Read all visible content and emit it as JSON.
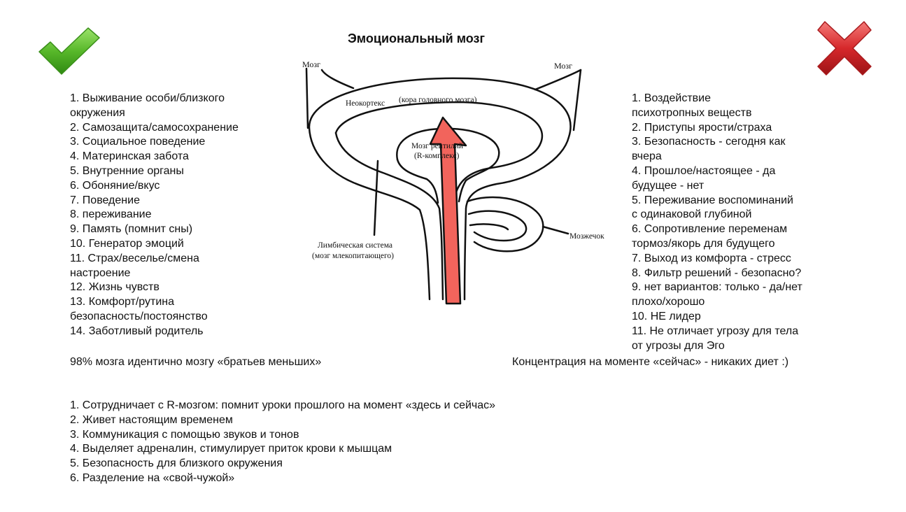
{
  "title": "Эмоциональный мозг",
  "icons": {
    "left": "check-icon",
    "right": "cross-icon",
    "check_color": "#58b82a",
    "cross_color": "#d6282b",
    "arrow_color": "#f2645c"
  },
  "diagram": {
    "label_brain_left": "Мозг",
    "label_brain_right": "Мозг",
    "label_neocortex": "Неокортекс",
    "label_cortex": "(кора головного мозга)",
    "label_reptile_1": "Мозг рептилий",
    "label_reptile_2": "(R-комплекс)",
    "label_limbic_1": "Лимбическая система",
    "label_limbic_2": "(мозг млекопитающего)",
    "label_cerebellum": "Мозжечок"
  },
  "left_list": [
    "1. Выживание особи/близкого",
    "окружения",
    "2. Самозащита/самосохранение",
    "3. Социальное поведение",
    "4. Материнская забота",
    "5. Внутренние органы",
    "6. Обоняние/вкус",
    "7. Поведение",
    "8. переживание",
    "9. Память (помнит сны)",
    "10. Генератор эмоций",
    "11. Страх/веселье/смена",
    "настроение",
    "12. Жизнь чувств",
    "13. Комфорт/рутина",
    "безопасность/постоянство",
    "14. Заботливый родитель"
  ],
  "right_list": [
    "1. Воздействие",
    "психотропных веществ",
    "2. Приступы ярости/страха",
    "3. Безопасность - сегодня как",
    "вчера",
    "4. Прошлое/настоящее - да",
    "будущее - нет",
    "5. Переживание воспоминаний",
    "с одинаковой глубиной",
    "6. Сопротивление переменам",
    "тормоз/якорь для будущего",
    "7. Выход из комфорта - стресс",
    "8. Фильтр решений - безопасно?",
    "9. нет вариантов: только - да/нет",
    "плохо/хорошо",
    "10. НЕ лидер",
    " 11. Не отличает угрозу для тела",
    " от угрозы для Эго"
  ],
  "left_note": "98% мозга идентично мозгу «братьев меньших»",
  "right_note": "Концентрация на моменте «сейчас» - никаких диет :)",
  "bottom_list": [
    "1. Сотрудничает с R-мозгом: помнит уроки прошлого на момент «здесь и сейчас»",
    "2. Живет настоящим временем",
    "3. Коммуникация с помощью звуков и тонов",
    "4. Выделяет адреналин, стимулирует приток крови к мышцам",
    "5. Безопасность для близкого окружения",
    "6. Разделение на «свой-чужой»"
  ]
}
